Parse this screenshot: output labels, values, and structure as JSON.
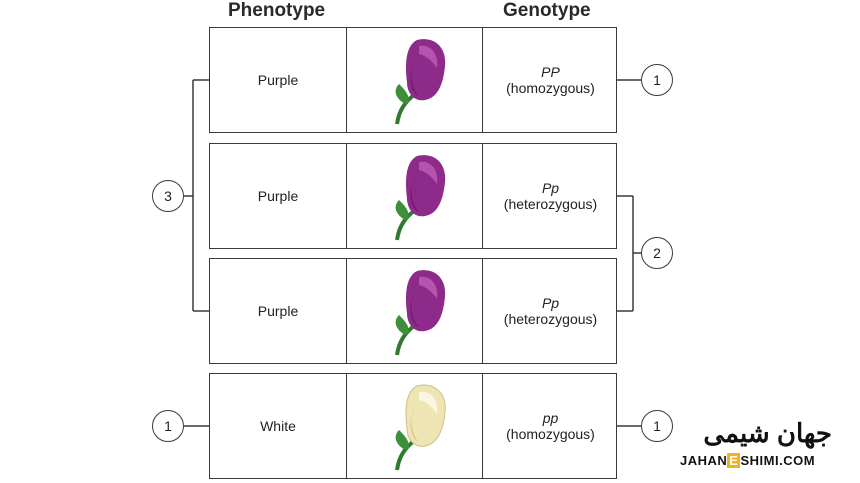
{
  "headers": {
    "phenotype": "Phenotype",
    "genotype": "Genotype"
  },
  "rows": [
    {
      "phenotype": "Purple",
      "genotype": "PP",
      "zygosity": "(homozygous)",
      "flower": "purple-flower"
    },
    {
      "phenotype": "Purple",
      "genotype": "Pp",
      "zygosity": "(heterozygous)",
      "flower": "purple-flower"
    },
    {
      "phenotype": "Purple",
      "genotype": "Pp",
      "zygosity": "(heterozygous)",
      "flower": "purple-flower"
    },
    {
      "phenotype": "White",
      "genotype": "pp",
      "zygosity": "(homozygous)",
      "flower": "white-flower"
    }
  ],
  "counts": {
    "purple_phenotype": "3",
    "white_phenotype": "1",
    "pp_homozygous_dominant": "1",
    "pp_heterozygous": "2",
    "pp_homozygous_recessive": "1"
  },
  "colors": {
    "purple_petal": "#8e2a8a",
    "purple_petal_light": "#b653ad",
    "white_petal": "#f3ebc2",
    "stem": "#2f7a2e"
  },
  "watermark": {
    "persian": "جهان شیمی",
    "english_pre": "JAHAN",
    "english_e": "E",
    "english_post": "SHIMI.COM"
  }
}
